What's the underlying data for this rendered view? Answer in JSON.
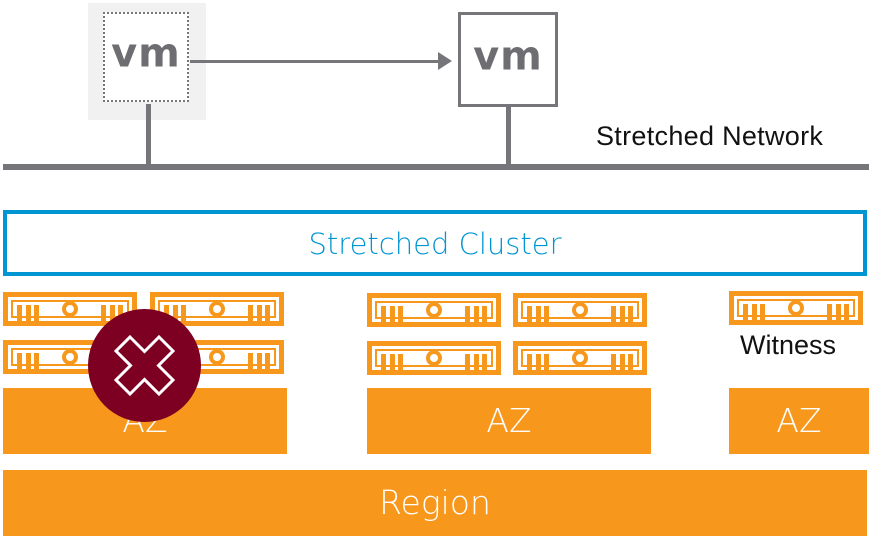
{
  "colors": {
    "network_gray": "#76767a",
    "cluster_blue": "#0095d3",
    "az_orange": "#f7981d",
    "failure_red": "#7d0023"
  },
  "network": {
    "label": "Stretched Network",
    "vms": [
      {
        "label": "vm",
        "state": "migrating-source"
      },
      {
        "label": "vm",
        "state": "migrated-destination"
      }
    ]
  },
  "cluster": {
    "label": "Stretched Cluster"
  },
  "availability_zones": [
    {
      "label": "AZ",
      "hosts": 4,
      "status": "failed"
    },
    {
      "label": "AZ",
      "hosts": 4,
      "status": "active"
    },
    {
      "label": "AZ",
      "hosts": 1,
      "role": "Witness",
      "status": "active"
    }
  ],
  "witness": {
    "label": "Witness"
  },
  "region": {
    "label": "Region"
  },
  "icons": {
    "failure": "x-circle-icon",
    "server": "server-icon",
    "arrow": "arrow-right-icon"
  }
}
